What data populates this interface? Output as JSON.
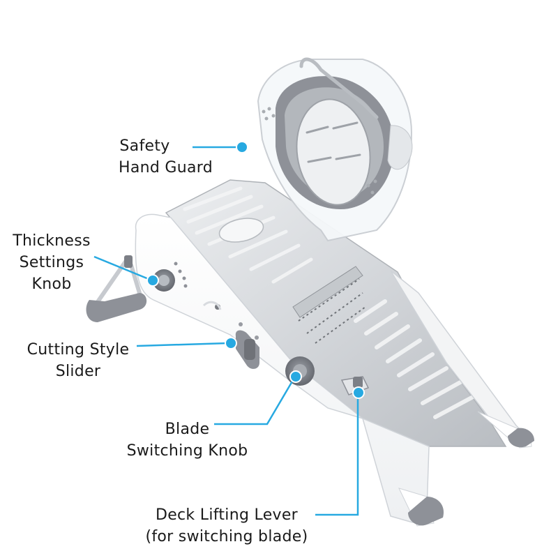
{
  "labels": {
    "safety_hand_guard": [
      "Safety",
      "Hand Guard"
    ],
    "thickness_settings_knob": [
      "Thickness",
      "Settings",
      "Knob"
    ],
    "cutting_style_slider": [
      "Cutting Style",
      "Slider"
    ],
    "blade_switching_knob": [
      "Blade",
      "Switching Knob"
    ],
    "deck_lifting_lever": [
      "Deck Lifting Lever",
      "(for switching blade)"
    ]
  },
  "colors": {
    "accent": "#27a9e1",
    "body": "#ffffff",
    "body_edge": "#cfd3d8",
    "rubber": "#8e9198",
    "steel": "#d9dcdf",
    "steel_dark": "#a9adb2"
  }
}
